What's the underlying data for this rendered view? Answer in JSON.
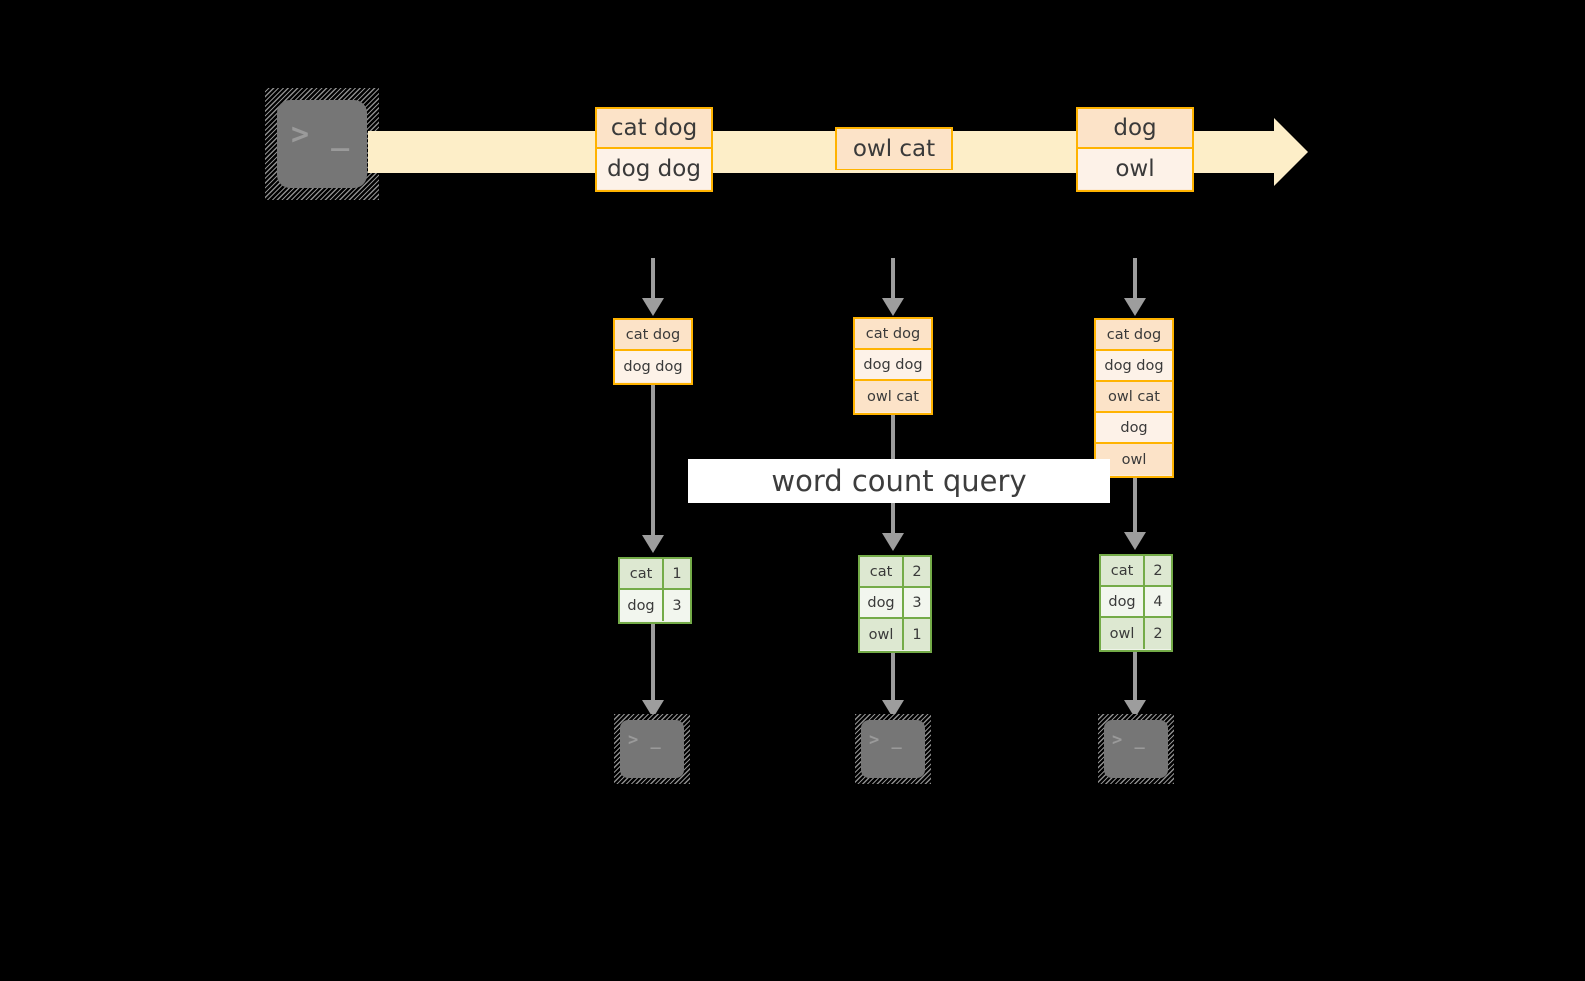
{
  "diagram": {
    "title_banner": "word count query",
    "colors": {
      "background": "#000000",
      "stream_fill": "#fdeec8",
      "record_border": "#ffb300",
      "record_fill_a": "#fce3c8",
      "record_fill_b": "#fdf2e8",
      "result_border": "#74ab48",
      "result_fill_a": "#dde8d1",
      "result_fill_b": "#f2f6ee",
      "arrow_gray": "#9d9d9d",
      "terminal_body": "#767676",
      "banner_fill": "#ffffff",
      "text": "#3a3a3a"
    },
    "source": {
      "icon": "terminal-icon",
      "prompt": "> _"
    },
    "stream_records": [
      {
        "lines": [
          "cat dog",
          "dog dog"
        ]
      },
      {
        "lines": [
          "owl cat"
        ]
      },
      {
        "lines": [
          "dog",
          "owl"
        ]
      }
    ],
    "snapshots": [
      {
        "id": "snapshot-1",
        "input_rows": [
          "cat dog",
          "dog dog"
        ],
        "result_rows": [
          {
            "word": "cat",
            "count": "1"
          },
          {
            "word": "dog",
            "count": "3"
          }
        ],
        "sink": {
          "icon": "terminal-icon",
          "prompt": "> _"
        }
      },
      {
        "id": "snapshot-2",
        "input_rows": [
          "cat dog",
          "dog dog",
          "owl cat"
        ],
        "result_rows": [
          {
            "word": "cat",
            "count": "2"
          },
          {
            "word": "dog",
            "count": "3"
          },
          {
            "word": "owl",
            "count": "1"
          }
        ],
        "sink": {
          "icon": "terminal-icon",
          "prompt": "> _"
        }
      },
      {
        "id": "snapshot-3",
        "input_rows": [
          "cat dog",
          "dog dog",
          "owl cat",
          "dog",
          "owl"
        ],
        "result_rows": [
          {
            "word": "cat",
            "count": "2"
          },
          {
            "word": "dog",
            "count": "4"
          },
          {
            "word": "owl",
            "count": "2"
          }
        ],
        "sink": {
          "icon": "terminal-icon",
          "prompt": "> _"
        }
      }
    ]
  }
}
